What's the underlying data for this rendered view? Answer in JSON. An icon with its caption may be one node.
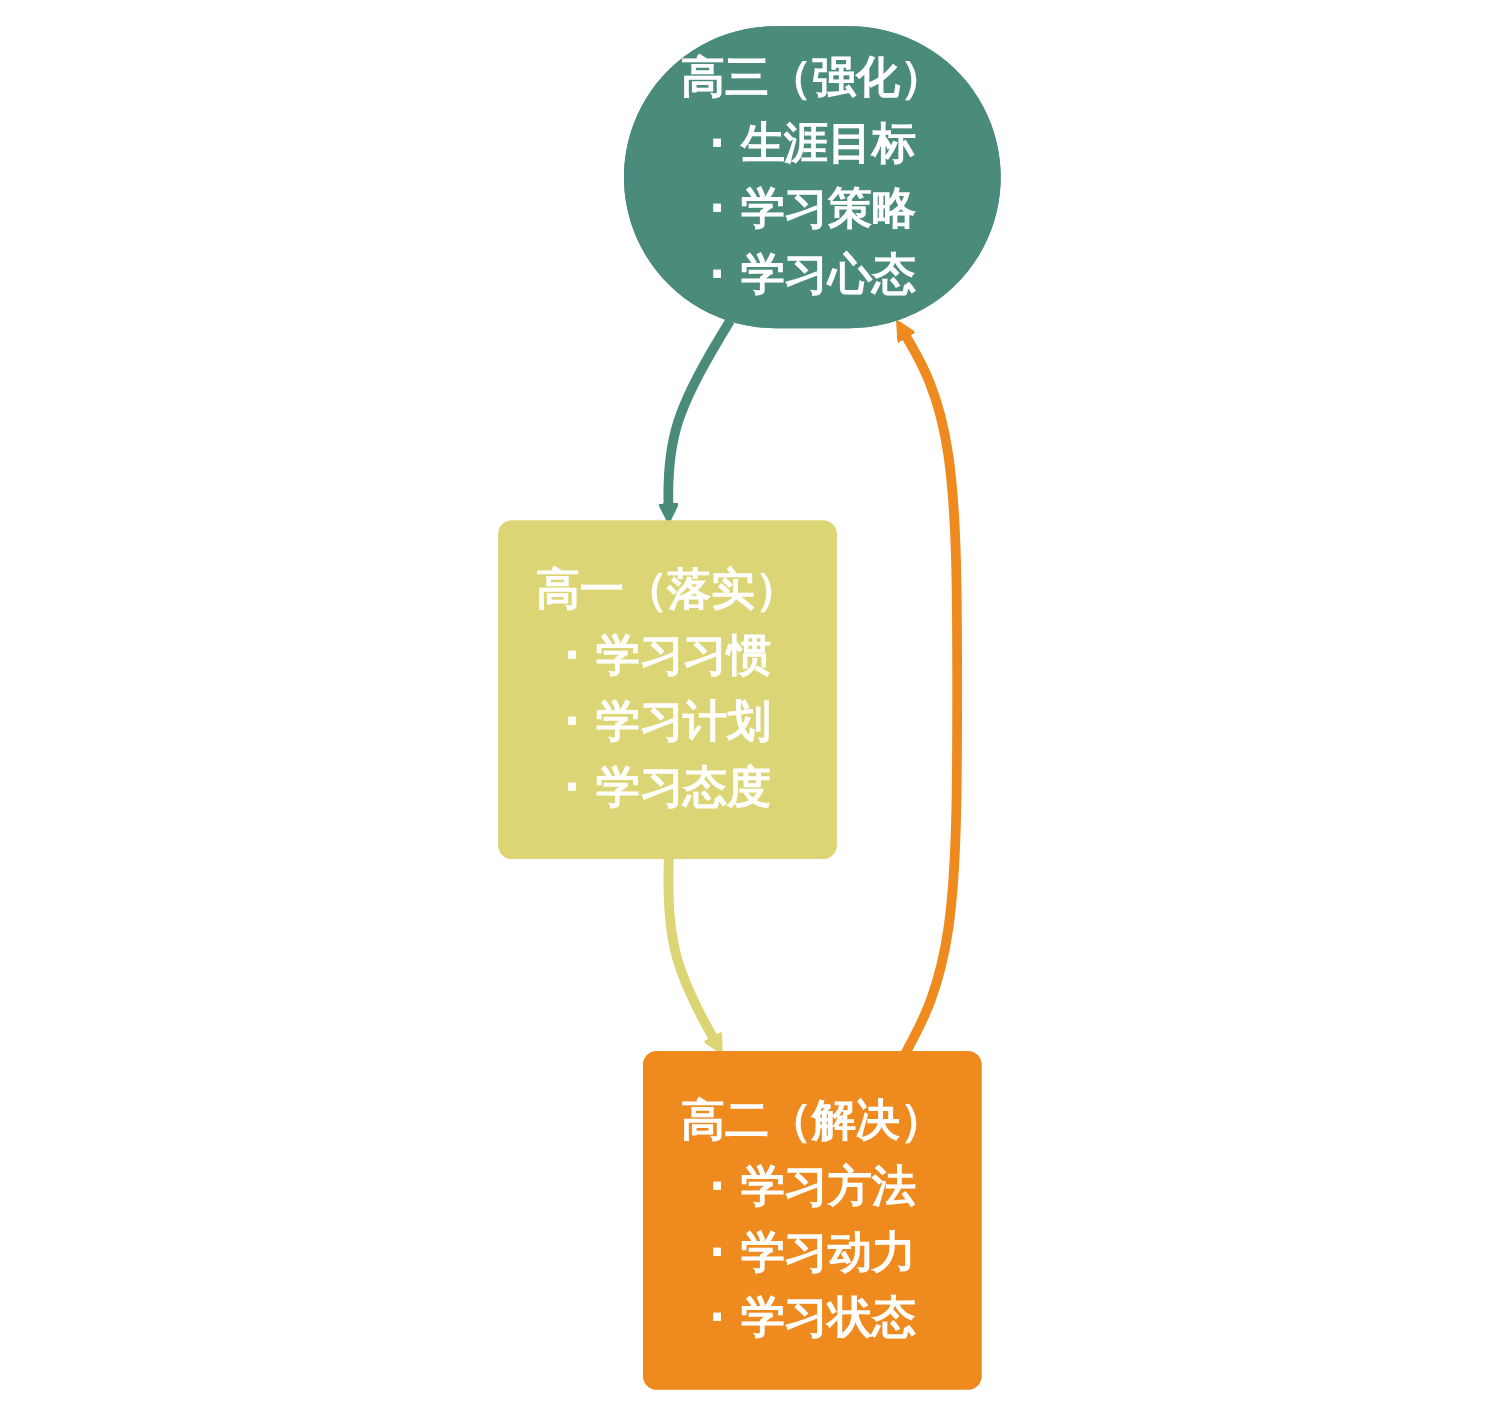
{
  "diagram": {
    "nodes": [
      {
        "text": [
          "高三（强化）",
          "· 生涯目标",
          "· 学习策略",
          "· 学习心态"
        ]
      },
      {
        "text": [
          "高二（解决）",
          "· 学习方法",
          "· 学习动力",
          "· 学习状态"
        ]
      },
      {
        "text": [
          "高一（落实）",
          "· 学习习惯",
          "· 学习计划",
          "· 学习态度"
        ]
      }
    ],
    "edges": [
      {
        "from": 0,
        "to": 2,
        "arrow": "to",
        "color": "#4a8b7c"
      },
      {
        "from": 2,
        "to": 1,
        "arrow": "to",
        "color": "#dcd575"
      },
      {
        "from": 1,
        "to": 0,
        "arrow": "to",
        "color": "#ee8a1e"
      }
    ]
  }
}
